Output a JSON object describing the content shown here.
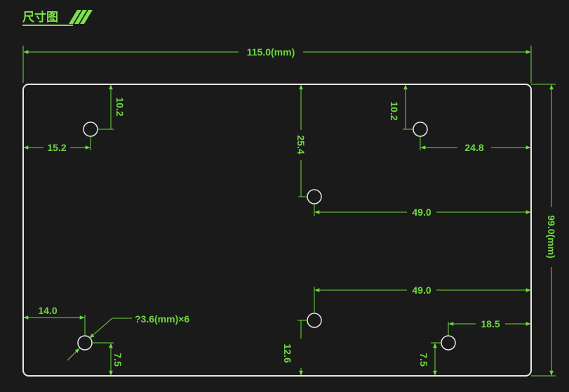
{
  "title": "尺寸图",
  "colors": {
    "background": "#1a1a1a",
    "outline": "#e8e8e8",
    "dimension": "#6fd93f",
    "title": "#7ee04a"
  },
  "board": {
    "width_label": "115.0(mm)",
    "height_label": "99.0(mm)"
  },
  "dimensions": {
    "top_left_vertical": "10.2",
    "top_left_horizontal": "15.2",
    "top_right_vertical": "10.2",
    "top_right_horizontal": "24.8",
    "center_vertical": "25.4",
    "center_horizontal": "49.0",
    "bottom_center_horizontal": "49.0",
    "bottom_left_horizontal": "14.0",
    "hole_spec": "?3.6(mm)×6",
    "bottom_left_vertical": "7.5",
    "bottom_center_vertical": "12.6",
    "bottom_right_horizontal": "18.5",
    "bottom_right_vertical": "7.5"
  }
}
